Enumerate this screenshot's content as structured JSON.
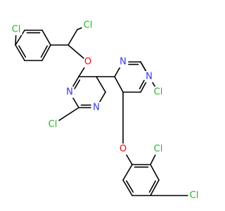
{
  "atom_labels": {
    "cl_top_left": "Cl",
    "cl_top_right": "Cl",
    "o_top": "O",
    "n1": "N",
    "n3": "N",
    "cl_c2": "Cl",
    "n5": "N",
    "n7": "N",
    "cl_c6": "Cl",
    "o_bottom": "O",
    "cl_bottom_ortho": "Cl",
    "cl_bottom_para": "Cl"
  },
  "colors": {
    "bond": "#000000",
    "nitrogen": "#3333ff",
    "oxygen": "#ff0000",
    "chlorine": "#1fb91f"
  }
}
